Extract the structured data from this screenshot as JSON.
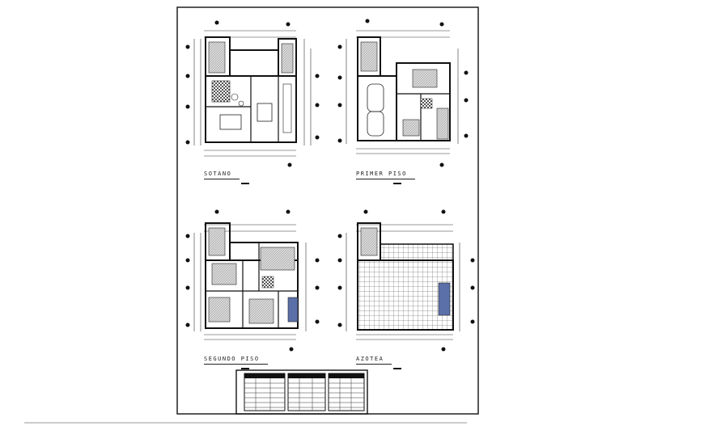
{
  "plans": [
    {
      "id": "sotano",
      "title": "SOTANO"
    },
    {
      "id": "primer",
      "title": "PRIMER PISO"
    },
    {
      "id": "segundo",
      "title": "SEGUNDO PISO"
    },
    {
      "id": "azotea",
      "title": "AZOTEA"
    }
  ],
  "colors": {
    "ink": "#111111",
    "fill": "#cfcfcf",
    "accent": "#5b6fa8",
    "paper": "#ffffff"
  }
}
